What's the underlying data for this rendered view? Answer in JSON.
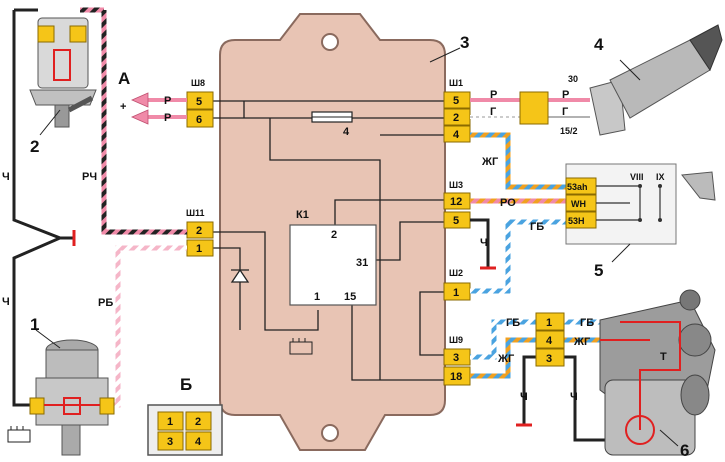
{
  "callouts": {
    "n1": "1",
    "n2": "2",
    "n3": "3",
    "n4": "4",
    "n5": "5",
    "n6": "6"
  },
  "view_labels": {
    "a": "А",
    "b": "Б"
  },
  "plus": "+",
  "connectors": {
    "sh8": "Ш8",
    "sh1": "Ш1",
    "sh3": "Ш3",
    "sh11": "Ш11",
    "sh2": "Ш2",
    "sh9": "Ш9"
  },
  "pins": {
    "sh8": [
      "5",
      "6"
    ],
    "sh1": [
      "5",
      "2",
      "4"
    ],
    "sh3": [
      "12",
      "5"
    ],
    "sh11": [
      "2",
      "1"
    ],
    "sh2": [
      "1"
    ],
    "sh9": [
      "3",
      "18"
    ],
    "motor": [
      "1",
      "4",
      "3"
    ],
    "view_b": [
      "1",
      "2",
      "3",
      "4"
    ]
  },
  "relay": {
    "name": "К1",
    "pins": [
      "2",
      "31",
      "1",
      "15"
    ]
  },
  "fuse_label": "4",
  "wires": {
    "p1": "Р",
    "g1": "Г",
    "p_out": "Р",
    "g_out": "Г",
    "rch": "РЧ",
    "ch_top": "Ч",
    "ch_bottom": "Ч",
    "rb": "РБ",
    "zhg1": "ЖГ",
    "ro": "РО",
    "ch_sh3": "Ч",
    "gb1": "ГБ",
    "gb2": "ГБ",
    "gb3": "ГБ",
    "zhg2": "ЖГ",
    "zhg3": "ЖГ",
    "ch_m1": "Ч",
    "ch_m2": "Ч"
  },
  "switch4": {
    "t30": "30",
    "t152": "15/2"
  },
  "switch5": {
    "t53ah": "53ah",
    "twh": "WH",
    "t53h": "53H",
    "viii": "VIII",
    "ix": "IX"
  },
  "motor_t": "T",
  "colors": {
    "body": "#e8c4b4",
    "body_stroke": "#8a6a5e",
    "connector": "#f5c518",
    "pink": "#f08aa8",
    "blue": "#4aa3e0",
    "orange": "#f0a020",
    "red": "#e02020"
  }
}
